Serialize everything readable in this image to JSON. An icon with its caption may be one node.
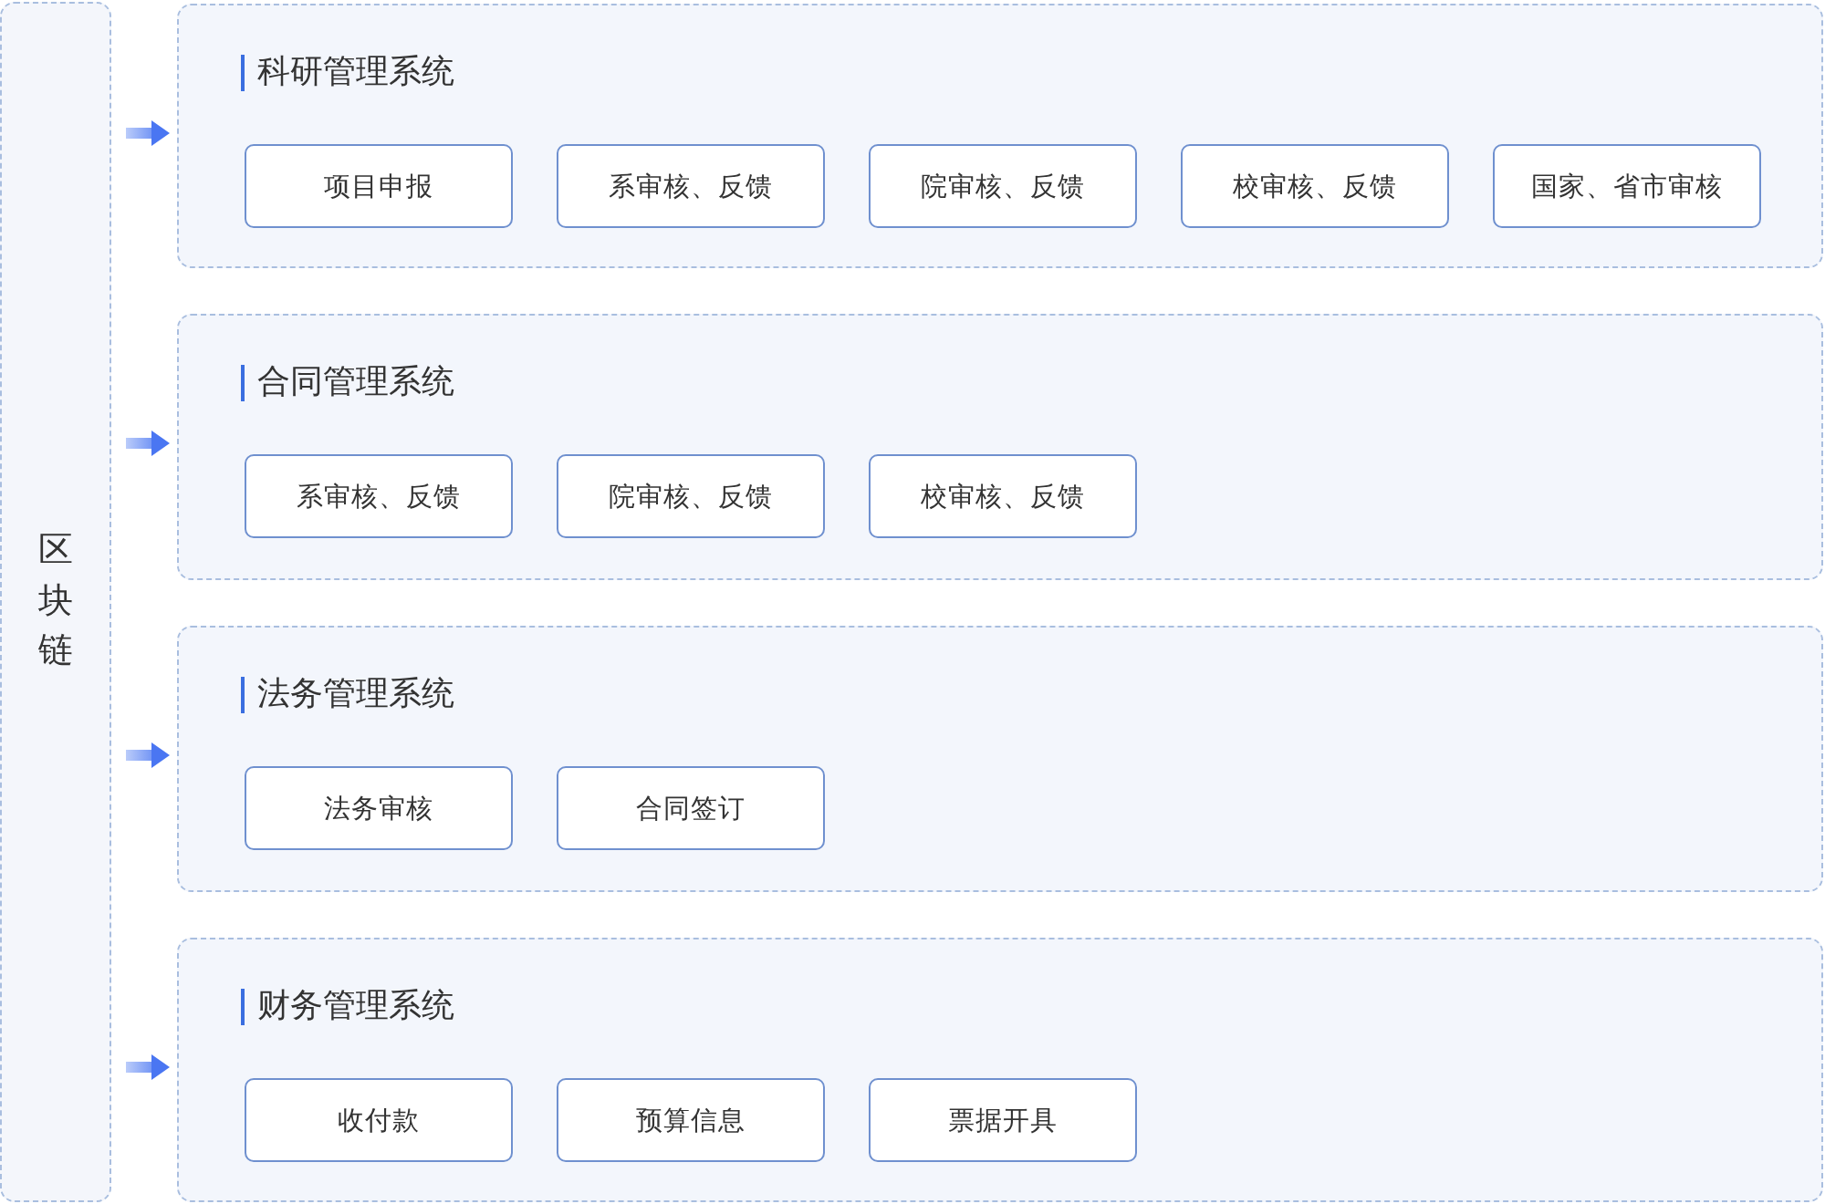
{
  "diagram": {
    "nodes": [
      {
        "text": [
          "区块链"
        ]
      },
      {
        "text": [
          "科研管理系统"
        ]
      },
      {
        "text": [
          "项目申报"
        ],
        "in": 1
      },
      {
        "text": [
          "系审核、反馈"
        ],
        "in": 1
      },
      {
        "text": [
          "院审核、反馈"
        ],
        "in": 1
      },
      {
        "text": [
          "校审核、反馈"
        ],
        "in": 1
      },
      {
        "text": [
          "国家、省市审核"
        ],
        "in": 1
      },
      {
        "text": [
          "合同管理系统"
        ]
      },
      {
        "text": [
          "系审核、反馈"
        ],
        "in": 7
      },
      {
        "text": [
          "院审核、反馈"
        ],
        "in": 7
      },
      {
        "text": [
          "校审核、反馈"
        ],
        "in": 7
      },
      {
        "text": [
          "法务管理系统"
        ]
      },
      {
        "text": [
          "法务审核"
        ],
        "in": 11
      },
      {
        "text": [
          "合同签订"
        ],
        "in": 11
      },
      {
        "text": [
          "财务管理系统"
        ]
      },
      {
        "text": [
          "收付款"
        ],
        "in": 14
      },
      {
        "text": [
          "预算信息"
        ],
        "in": 14
      },
      {
        "text": [
          "票据开具"
        ],
        "in": 14
      }
    ],
    "edges": [
      {
        "from": 0,
        "to": 1,
        "arrow": "to"
      },
      {
        "from": 0,
        "to": 7,
        "arrow": "to"
      },
      {
        "from": 0,
        "to": 11,
        "arrow": "to"
      },
      {
        "from": 0,
        "to": 14,
        "arrow": "to"
      }
    ]
  }
}
